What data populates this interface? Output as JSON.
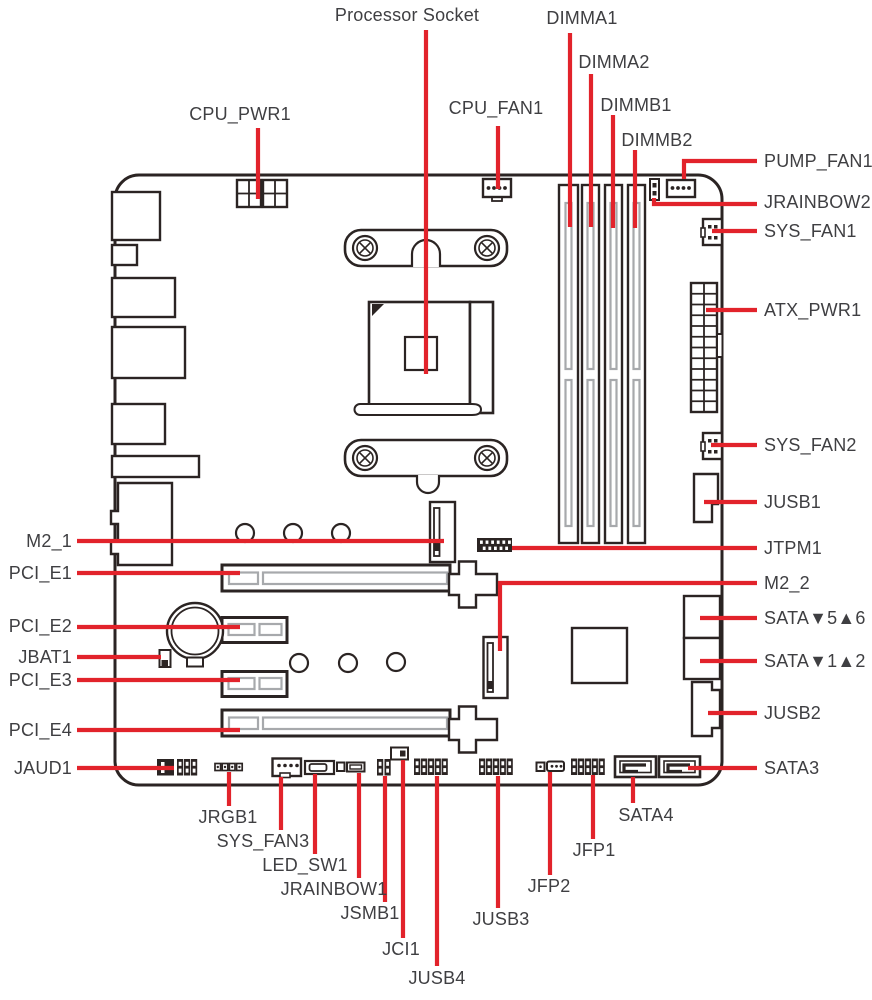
{
  "diagram_type": "motherboard-connector-overview",
  "colors": {
    "accent": "#e2232b",
    "ink": "#2b2423",
    "text": "#3f3f42",
    "gray": "#a7a9ac",
    "bg": "#ffffff"
  },
  "labels": {
    "processor_socket": "Processor Socket",
    "dimma1": "DIMMA1",
    "dimma2": "DIMMA2",
    "dimmb1": "DIMMB1",
    "dimmb2": "DIMMB2",
    "cpu_pwr1": "CPU_PWR1",
    "cpu_fan1": "CPU_FAN1",
    "pump_fan1": "PUMP_FAN1",
    "jrainbow2": "JRAINBOW2",
    "sys_fan1": "SYS_FAN1",
    "atx_pwr1": "ATX_PWR1",
    "sys_fan2": "SYS_FAN2",
    "jusb1": "JUSB1",
    "jtpm1": "JTPM1",
    "m2_2": "M2_2",
    "sata56": "SATA▼5▲6",
    "sata12": "SATA▼1▲2",
    "jusb2": "JUSB2",
    "sata3": "SATA3",
    "m2_1": "M2_1",
    "pci_e1": "PCI_E1",
    "pci_e2": "PCI_E2",
    "jbat1": "JBAT1",
    "pci_e3": "PCI_E3",
    "pci_e4": "PCI_E4",
    "jaud1": "JAUD1",
    "jrgb1": "JRGB1",
    "sys_fan3": "SYS_FAN3",
    "led_sw1": "LED_SW1",
    "jrainbow1": "JRAINBOW1",
    "jsmb1": "JSMB1",
    "jci1": "JCI1",
    "jusb4": "JUSB4",
    "jusb3": "JUSB3",
    "jfp2": "JFP2",
    "jfp1": "JFP1",
    "sata4": "SATA4"
  }
}
